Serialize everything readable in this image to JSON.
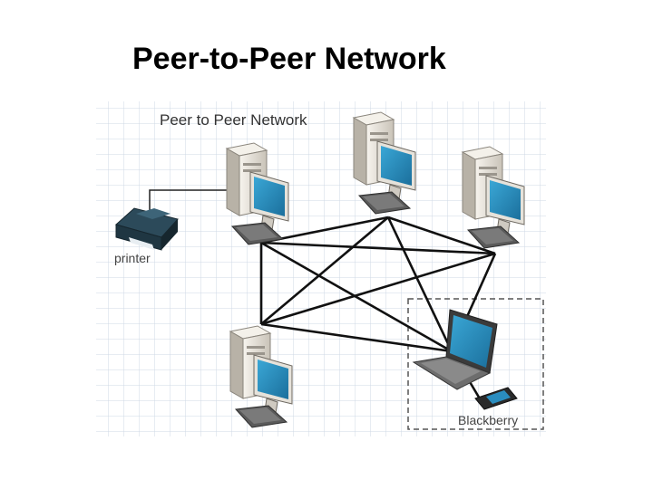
{
  "slide": {
    "title": "Peer-to-Peer Network"
  },
  "diagram": {
    "title": "Peer to Peer Network",
    "printer_label": "printer",
    "blackberry_label": "Blackberry"
  },
  "colors": {
    "grid_line": "#cfd8e6",
    "case_light": "#eeeae2",
    "case_dark": "#9a958c",
    "screen": "#2a8dbf",
    "printer": "#2c4a5a",
    "link": "#111111",
    "dashed_box": "#555555"
  }
}
